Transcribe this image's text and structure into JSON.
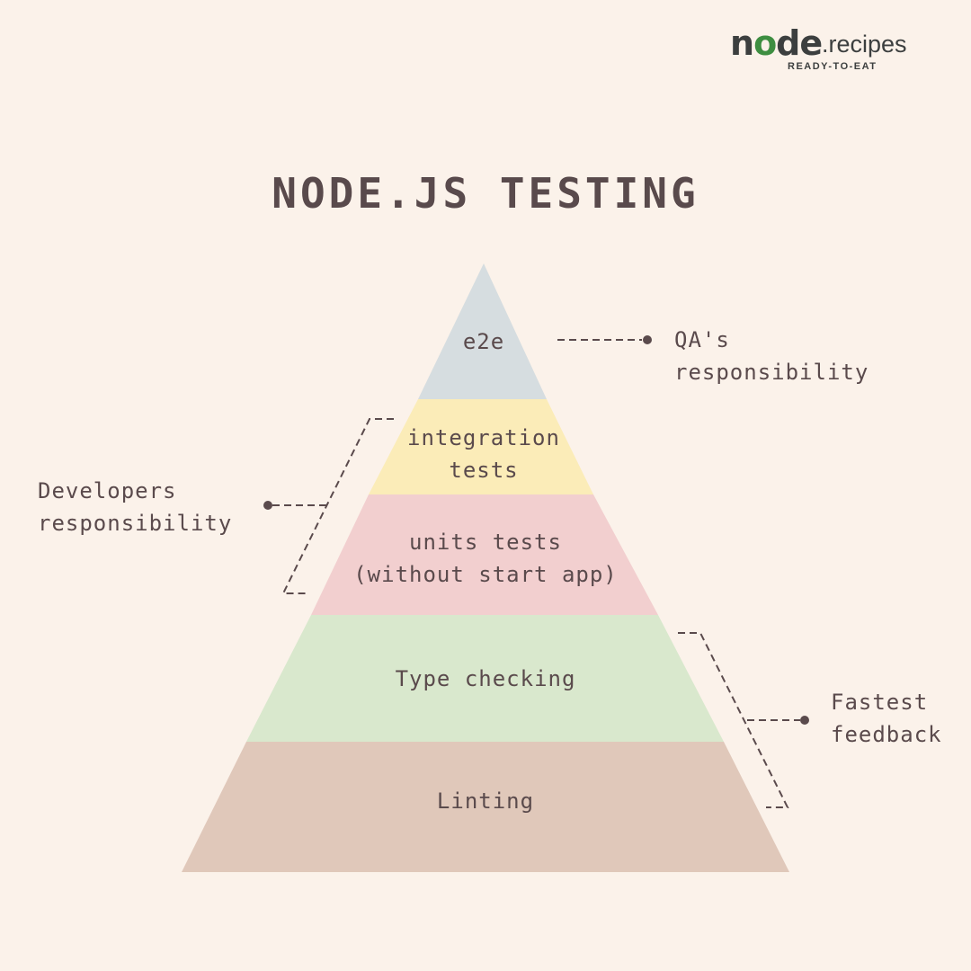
{
  "logo": {
    "node_prefix": "n",
    "node_o": "o",
    "node_suffix": "de",
    "recipes": ".recipes",
    "tagline": "READY-TO-EAT"
  },
  "title": "NODE.JS TESTING",
  "pyramid": {
    "tiers": [
      {
        "lines": [
          "e2e"
        ],
        "color": "#d6dde0"
      },
      {
        "lines": [
          "integration",
          "tests"
        ],
        "color": "#fbecb8"
      },
      {
        "lines": [
          "units tests",
          "(without start app)"
        ],
        "color": "#f2cfcf"
      },
      {
        "lines": [
          "Type checking"
        ],
        "color": "#d9e8cd"
      },
      {
        "lines": [
          "Linting"
        ],
        "color": "#e0c8ba"
      }
    ]
  },
  "annotations": {
    "qa": {
      "lines": [
        "QA's",
        "responsibility"
      ]
    },
    "developers": {
      "lines": [
        "Developers",
        "responsibility"
      ]
    },
    "fastest": {
      "lines": [
        "Fastest",
        "feedback"
      ]
    }
  },
  "colors": {
    "background": "#fbf2ea",
    "text": "#5a4a4c",
    "connector": "#5a4a4c",
    "brand_green": "#3e8e41"
  }
}
